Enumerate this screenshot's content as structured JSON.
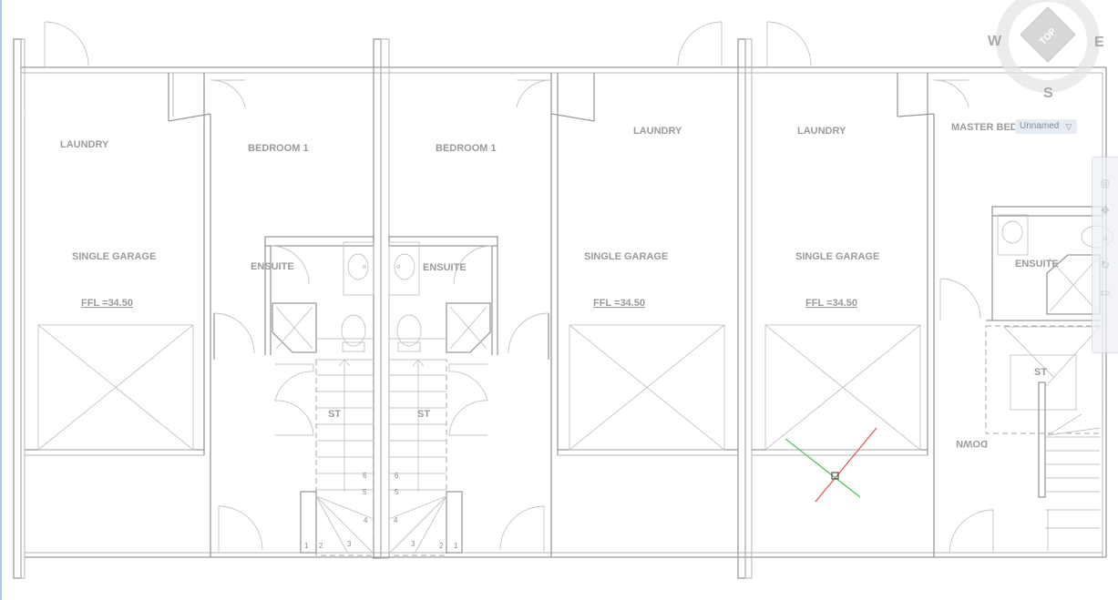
{
  "rooms": {
    "laundry_1": "LAUNDRY",
    "bedroom_1a": "BEDROOM 1",
    "bedroom_1b": "BEDROOM 1",
    "laundry_2": "LAUNDRY",
    "laundry_3": "LAUNDRY",
    "master_bedroom": "MASTER BEDRO",
    "garage_1": "SINGLE GARAGE",
    "ensuite_1": "ENSUITE",
    "ensuite_2": "ENSUITE",
    "garage_2": "SINGLE GARAGE",
    "garage_3": "SINGLE GARAGE",
    "ensuite_3": "ENSUITE",
    "ffl_1": "FFL =34.50",
    "ffl_2": "FFL =34.50",
    "ffl_3": "FFL =34.50",
    "stair_1": "ST",
    "stair_2": "ST",
    "stair_3": "ST",
    "down": "DOWN"
  },
  "stair_numbers": {
    "left": [
      "6",
      "5",
      "4",
      "3",
      "2",
      "1"
    ],
    "right": [
      "6",
      "5",
      "4",
      "3",
      "2",
      "1"
    ]
  },
  "viewcube": {
    "face": "TOP",
    "west": "W",
    "east": "E",
    "south": "S"
  },
  "view_selector": {
    "value": "Unnamed"
  },
  "colors": {
    "wall": "#9a9a9a",
    "ucs_x": "#e05050",
    "ucs_y": "#4cc24c",
    "viewport_border": "#a9c8ee"
  },
  "icons": {
    "navbar": [
      "steering-wheel-icon",
      "pan-icon",
      "zoom-icon",
      "orbit-icon",
      "showmotion-icon"
    ],
    "ucs": "ucs-icon"
  }
}
